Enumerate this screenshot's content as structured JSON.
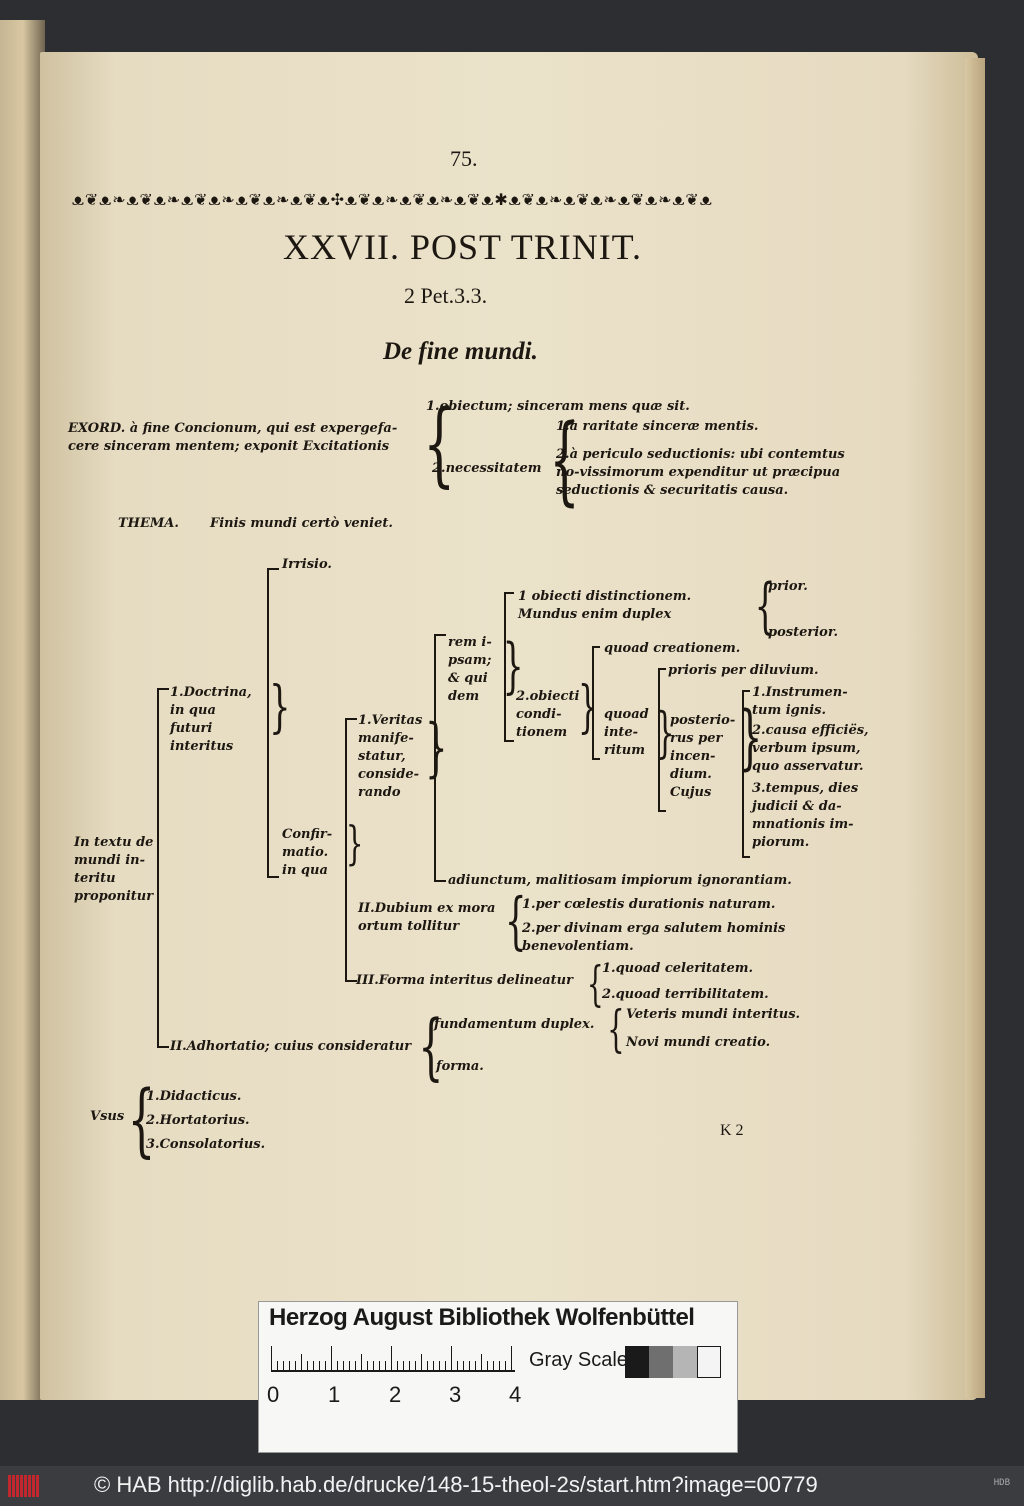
{
  "page": {
    "number": "75.",
    "ornament": "ᴥ❦ᴥ❧ᴥ❦ᴥ❧ᴥ❦ᴥ❧ᴥ❦ᴥ❧ᴥ❦ᴥ✣ᴥ❦ᴥ❧ᴥ❦ᴥ❧ᴥ❦ᴥ✱ᴥ❦ᴥ❧ᴥ❦ᴥ❧ᴥ❦ᴥ❧ᴥ❦ᴥ",
    "heading": "XXVII. POST TRINIT.",
    "reference": "2 Pet.3.3.",
    "subtitle": "De fine mundi.",
    "signature": "K 2"
  },
  "exord": {
    "intro": "EXORD. à fine Concionum, qui est expergefa-cere sinceram mentem; exponit Excitationis",
    "item1": "1.obiectum; sinceram mens quæ sit.",
    "item2": "2.necessitatem",
    "sub1": "1.à raritate sinceræ mentis.",
    "sub2": "2.à periculo seductionis: ubi contemtus no-vissimorum expenditur ut præcipua seductionis & securitatis causa."
  },
  "thema": {
    "label": "THEMA.",
    "text": "Finis mundi certò veniet."
  },
  "tree": {
    "root": "In textu de mundi in-teritu proponitur",
    "doctrina": "1.Doctrina, in qua futuri interitus",
    "irrisio": "Irrisio.",
    "confirmatio": "Confir-matio. in qua",
    "veritas": "1.Veritas manife-statur, conside-rando",
    "rem_ipsam": "rem i-psam; & qui dem",
    "obiecti_dist": "1 obiecti distinctionem. Mundus enim duplex",
    "prior": "prior.",
    "posterior": "posterior.",
    "obiecti_cond": "2.obiecti condi-tionem",
    "quoad_creationem": "quoad creationem.",
    "quoad_interitum": "quoad inte-ritum",
    "prioris_diluvium": "prioris per diluvium.",
    "posterioris": "posterio-rus per incen-dium. Cujus",
    "instrumentum": "1.Instrumen-tum ignis.",
    "causa": "2.causa efficiës, verbum ipsum, quo asservatur.",
    "tempus": "3.tempus, dies judicii & da-mnationis im-piorum.",
    "adjunctum": "adiunctum, malitiosam impiorum ignorantiam.",
    "dubium": "II.Dubium ex mora ortum tollitur",
    "dub1": "1.per cœlestis durationis naturam.",
    "dub2": "2.per divinam erga salutem hominis benevolentiam.",
    "forma": "III.Forma interitus delineatur",
    "forma1": "1.quoad celeritatem.",
    "forma2": "2.quoad terribilitatem.",
    "adhortatio": "II.Adhortatio; cuius consideratur",
    "fundamentum": "fundamentum duplex.",
    "veteris": "Veteris mundi interitus.",
    "novi": "Novi mundi creatio.",
    "forma_adh": "forma."
  },
  "usus": {
    "label": "Vsus",
    "items": [
      "1.Didacticus.",
      "2.Hortatorius.",
      "3.Consolatorius."
    ]
  },
  "card": {
    "title": "Herzog August Bibliothek Wolfenbüttel",
    "numbers": [
      "0",
      "1",
      "2",
      "3",
      "4"
    ],
    "gray_label": "Gray Scale",
    "gray_colors": [
      "#1a1a1a",
      "#6f6f6f",
      "#b5b5b5",
      "#f4f4f4"
    ]
  },
  "credit": {
    "text": "© HAB http://diglib.hab.de/drucke/148-15-theol-2s/start.htm?image=00779",
    "small": "HDB"
  }
}
